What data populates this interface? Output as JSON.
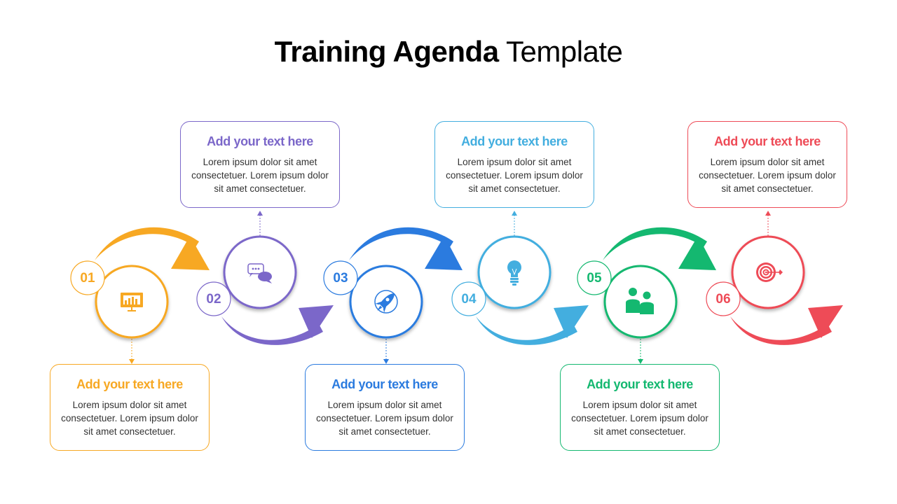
{
  "title": {
    "bold": "Training Agenda",
    "light": "Template"
  },
  "colors": {
    "s1": "#F7A823",
    "s2": "#7B67C9",
    "s3": "#2B7BDF",
    "s4": "#43AEDF",
    "s5": "#14B870",
    "s6": "#EE4B57"
  },
  "steps": [
    {
      "number": "01",
      "title": "Add your text here",
      "body": "Lorem ipsum dolor sit amet consectetuer. Lorem ipsum dolor sit amet consectetuer.",
      "icon": "presentation-board-icon"
    },
    {
      "number": "02",
      "title": "Add your text here",
      "body": "Lorem ipsum dolor sit amet consectetuer. Lorem ipsum dolor sit amet consectetuer.",
      "icon": "chat-bubbles-icon"
    },
    {
      "number": "03",
      "title": "Add your text here",
      "body": "Lorem ipsum dolor sit amet consectetuer. Lorem ipsum dolor sit amet consectetuer.",
      "icon": "rocket-icon"
    },
    {
      "number": "04",
      "title": "Add your text here",
      "body": "Lorem ipsum dolor sit amet consectetuer. Lorem ipsum dolor sit amet consectetuer.",
      "icon": "lightbulb-icon"
    },
    {
      "number": "05",
      "title": "Add your text here",
      "body": "Lorem ipsum dolor sit amet consectetuer. Lorem ipsum dolor sit amet consectetuer.",
      "icon": "people-icon"
    },
    {
      "number": "06",
      "title": "Add your text here",
      "body": "Lorem ipsum dolor sit amet consectetuer. Lorem ipsum dolor sit amet consectetuer.",
      "icon": "target-icon"
    }
  ]
}
